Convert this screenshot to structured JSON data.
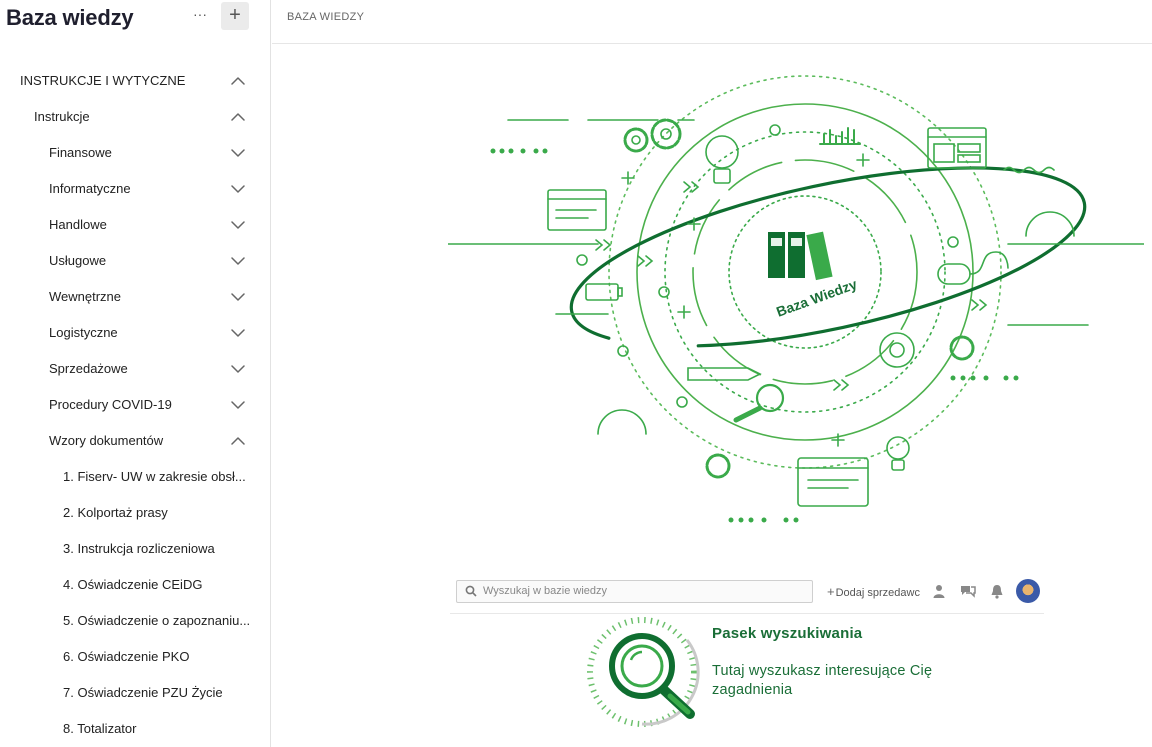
{
  "sidebar": {
    "title": "Baza wiedzy",
    "more_label": "···",
    "add_label": "+",
    "items": [
      {
        "label": "INSTRUKCJE I WYTYCZNE",
        "level": 0,
        "expanded": true
      },
      {
        "label": "Instrukcje",
        "level": 1,
        "expanded": true
      },
      {
        "label": "Finansowe",
        "level": 2,
        "expanded": false
      },
      {
        "label": "Informatyczne",
        "level": 2,
        "expanded": false
      },
      {
        "label": "Handlowe",
        "level": 2,
        "expanded": false
      },
      {
        "label": "Usługowe",
        "level": 2,
        "expanded": false
      },
      {
        "label": "Wewnętrzne",
        "level": 2,
        "expanded": false
      },
      {
        "label": "Logistyczne",
        "level": 2,
        "expanded": false
      },
      {
        "label": "Sprzedażowe",
        "level": 2,
        "expanded": false
      },
      {
        "label": "Procedury COVID-19",
        "level": 2,
        "expanded": false
      },
      {
        "label": "Wzory dokumentów",
        "level": 2,
        "expanded": true
      },
      {
        "label": "1. Fiserv- UW w zakresie obsł...",
        "level": 3,
        "expanded": null
      },
      {
        "label": "2. Kolportaż prasy",
        "level": 3,
        "expanded": null
      },
      {
        "label": "3. Instrukcja rozliczeniowa",
        "level": 3,
        "expanded": null
      },
      {
        "label": "4. Oświadczenie CEiDG",
        "level": 3,
        "expanded": null
      },
      {
        "label": "5. Oświadczenie o zapoznaniu...",
        "level": 3,
        "expanded": null
      },
      {
        "label": "6. Oświadczenie PKO",
        "level": 3,
        "expanded": null
      },
      {
        "label": "7. Oświadczenie PZU Życie",
        "level": 3,
        "expanded": null
      },
      {
        "label": "8. Totalizator",
        "level": 3,
        "expanded": null
      }
    ]
  },
  "main": {
    "breadcrumb": "BAZA WIEDZY",
    "illustration_label": "Baza Wiedzy",
    "preview": {
      "search_placeholder": "Wyszukaj w bazie wiedzy",
      "add_seller_label": "Dodaj sprzedawcę",
      "add_seller_icon": "+"
    },
    "tip": {
      "title": "Pasek wyszukiwania",
      "text": "Tutaj wyszukasz interesujące Cię zagadnienia"
    }
  },
  "colors": {
    "brand_green": "#1a6e37",
    "light_green": "#3aaa4a",
    "dark_green": "#0f5a2a"
  }
}
